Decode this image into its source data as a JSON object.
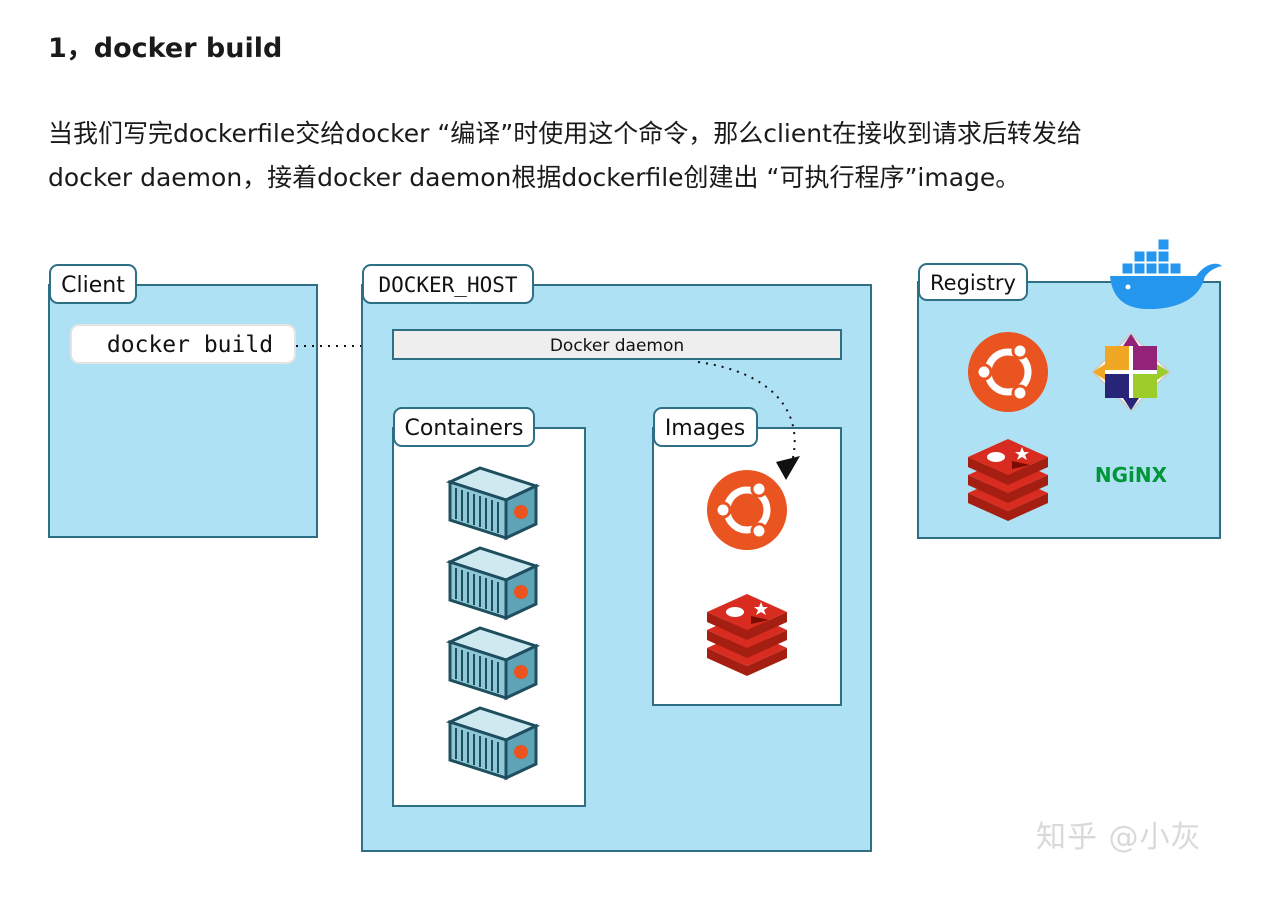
{
  "heading": "1，docker build",
  "paragraph": {
    "line1": "当我们写完dockerfile交给docker “编译”时使用这个命令，那么client在接收到请求后转发给",
    "line2": "docker daemon，接着docker daemon根据dockerfile创建出 “可执行程序”image。"
  },
  "diagram": {
    "client": {
      "title": "Client",
      "command": "docker build"
    },
    "docker_host": {
      "title": "DOCKER_HOST",
      "daemon": "Docker daemon",
      "containers": {
        "title": "Containers",
        "count": 4
      },
      "images": {
        "title": "Images",
        "icons": [
          "ubuntu-icon",
          "redis-icon"
        ]
      }
    },
    "registry": {
      "title": "Registry",
      "icons": [
        "ubuntu-icon",
        "centos-icon",
        "redis-icon",
        "nginx-icon"
      ],
      "nginx_label": "NGiNX"
    },
    "colors": {
      "panel_fill": "#aee1f4",
      "panel_border": "#2e6f86",
      "ubuntu": "#e95420",
      "redis": "#d82c20",
      "nginx": "#009639",
      "docker_whale": "#2496ed"
    }
  },
  "watermark": "知乎 @小灰"
}
